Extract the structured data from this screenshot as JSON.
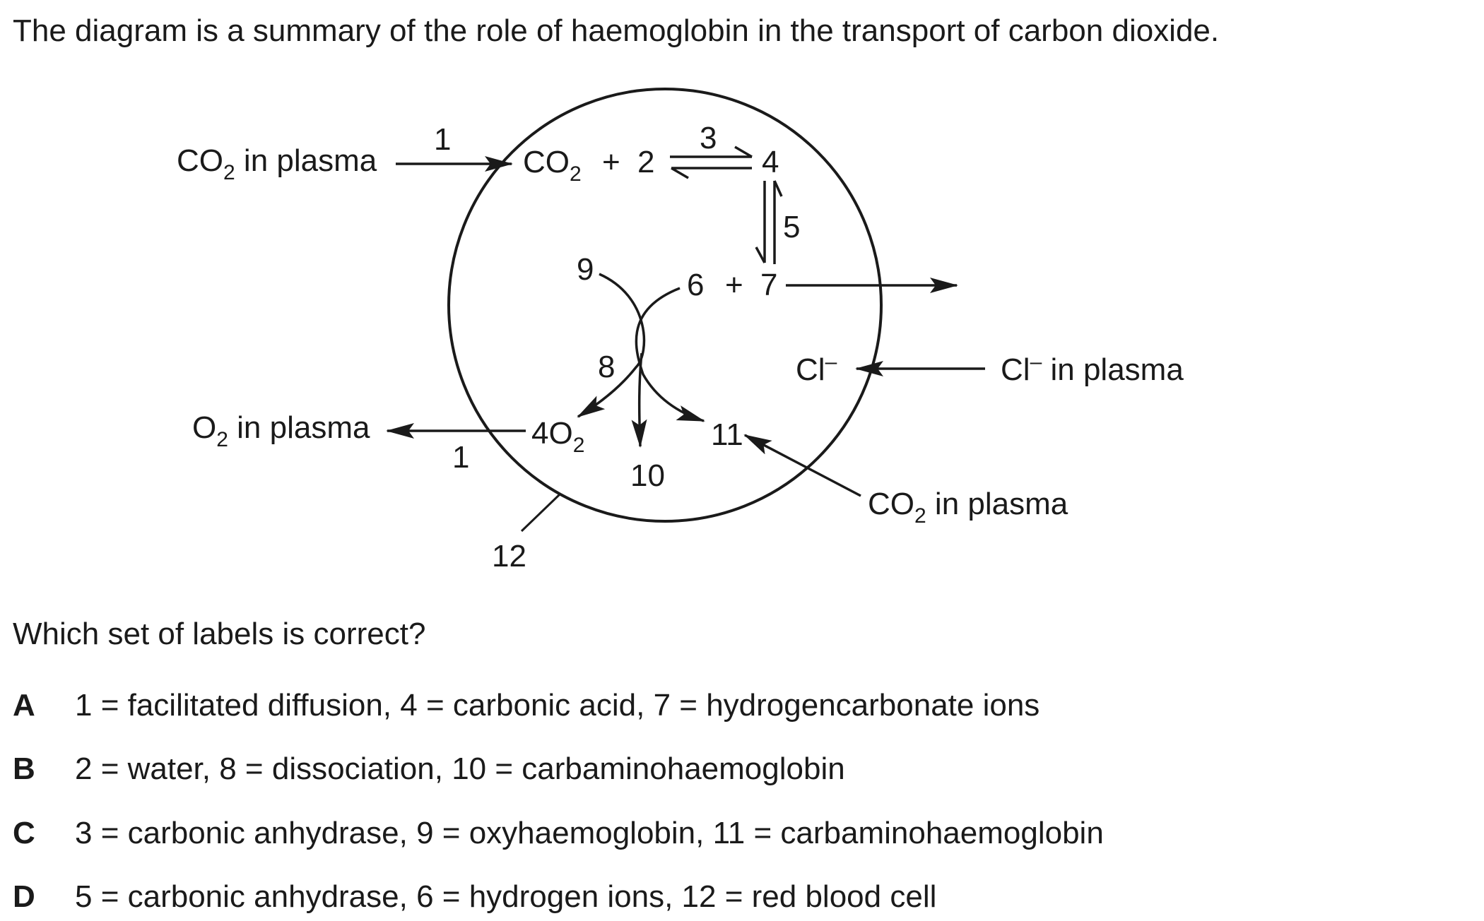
{
  "intro": "The diagram is a summary of the role of haemoglobin in the transport of carbon dioxide.",
  "diagram": {
    "co2_plasma_left": "CO",
    "co2_sub": "2",
    "in_plasma": " in plasma",
    "o2_plasma": "O",
    "o2_sub": "2",
    "co2_in_cell": "CO",
    "plus": "+",
    "two": "2",
    "four": "4",
    "three": "3",
    "five": "5",
    "six": "6",
    "seven": "7",
    "nine": "9",
    "eight": "8",
    "four_o2": "4O",
    "ten": "10",
    "eleven": "11",
    "one_top": "1",
    "one_bottom": "1",
    "twelve": "12",
    "cl_ion": "Cl",
    "cl_sup": "–",
    "cl_plasma_rest": " in plasma",
    "co2_plasma_right": "CO"
  },
  "question": "Which set of labels is correct?",
  "options": [
    {
      "letter": "A",
      "text": "1 = facilitated diffusion, 4 = carbonic acid, 7 = hydrogencarbonate ions"
    },
    {
      "letter": "B",
      "text": "2 = water, 8 = dissociation, 10 = carbaminohaemoglobin"
    },
    {
      "letter": "C",
      "text": "3 = carbonic anhydrase, 9 = oxyhaemoglobin, 11 = carbaminohaemoglobin"
    },
    {
      "letter": "D",
      "text": "5 = carbonic anhydrase, 6 = hydrogen ions, 12 = red blood cell"
    }
  ]
}
